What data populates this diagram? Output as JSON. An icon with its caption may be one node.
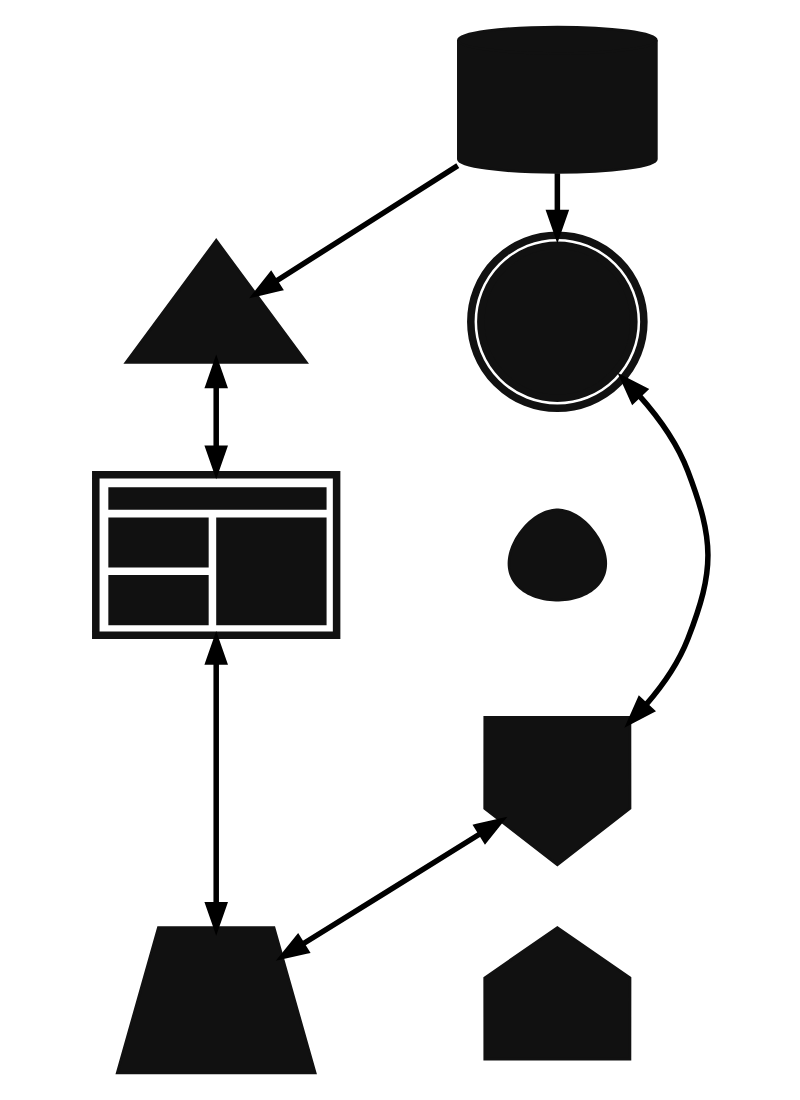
{
  "diagram": {
    "nodes": [
      {
        "text": [],
        "shape": "picture"
      },
      {
        "text": [],
        "shape": "picture"
      },
      {
        "text": [],
        "shape": "picture"
      },
      {
        "text": [],
        "shape": "picture"
      },
      {
        "text": [],
        "shape": "picture"
      },
      {
        "text": [],
        "shape": "picture"
      },
      {
        "text": [],
        "shape": "picture"
      },
      {
        "text": [],
        "shape": "picture"
      }
    ],
    "edges": [
      {
        "from": 0,
        "to": 1,
        "arrow": "to"
      },
      {
        "from": 0,
        "to": 2,
        "arrow": "to"
      },
      {
        "from": 1,
        "to": 3,
        "arrow": "both"
      },
      {
        "from": 2,
        "to": 5,
        "arrow": "both"
      },
      {
        "from": 3,
        "to": 6,
        "arrow": "both"
      },
      {
        "from": 5,
        "to": 6,
        "arrow": "both"
      }
    ]
  }
}
